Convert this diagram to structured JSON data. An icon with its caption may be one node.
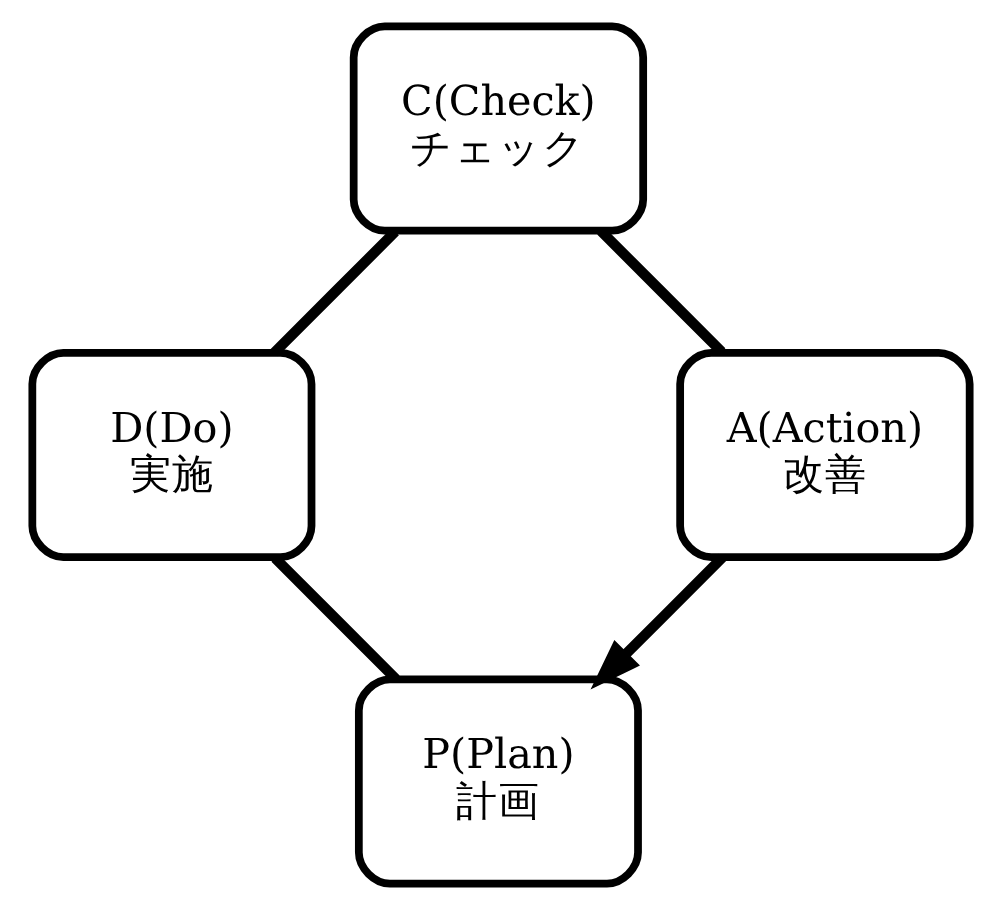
{
  "diagram": {
    "nodes": [
      {
        "text": [
          "P(Plan)",
          "計画"
        ]
      },
      {
        "text": [
          "A(Action)",
          "改善"
        ]
      },
      {
        "text": [
          "D(Do)",
          "実施"
        ]
      },
      {
        "text": [
          "C(Check)",
          "チェック"
        ]
      }
    ],
    "edges": [
      {
        "from": 0,
        "to": 2,
        "arrow": "none"
      },
      {
        "from": 2,
        "to": 3,
        "arrow": "none"
      },
      {
        "from": 3,
        "to": 1,
        "arrow": "none"
      },
      {
        "from": 1,
        "to": 0,
        "arrow": "to"
      }
    ]
  }
}
